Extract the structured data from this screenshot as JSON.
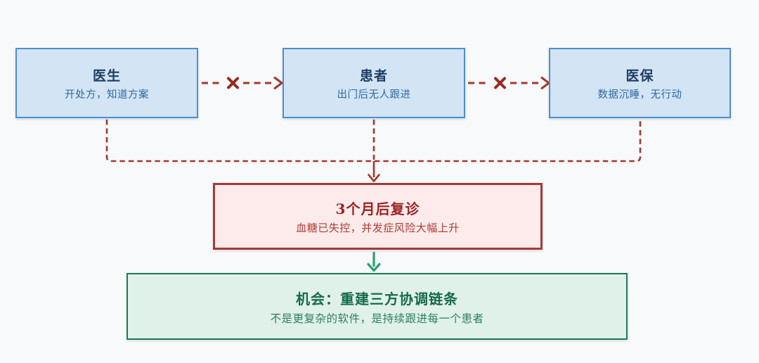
{
  "diagram": {
    "background_color": "#f8f9fb",
    "nodes": [
      {
        "id": "doctor",
        "title": "医生",
        "subtitle": "开处方，知道方案",
        "fill": "#d3e4f5",
        "border": "#4a90d5",
        "title_color": "#1d3d63",
        "subtitle_color": "#30699e"
      },
      {
        "id": "patient",
        "title": "患者",
        "subtitle": "出门后无人跟进",
        "fill": "#d3e4f5",
        "border": "#4a90d5",
        "title_color": "#1d3d63",
        "subtitle_color": "#30699e"
      },
      {
        "id": "insurance",
        "title": "医保",
        "subtitle": "数据沉睡，无行动",
        "fill": "#d3e4f5",
        "border": "#4a90d5",
        "title_color": "#1d3d63",
        "subtitle_color": "#30699e"
      },
      {
        "id": "relapse",
        "title": "3个月后复诊",
        "subtitle": "血糖已失控，并发症风险大幅上升",
        "fill": "#fcebea",
        "border": "#a43a38",
        "title_color": "#9c2121",
        "subtitle_color": "#ae3b35"
      },
      {
        "id": "opportunity",
        "title": "机会：重建三方协调链条",
        "subtitle": "不是更复杂的软件，是持续跟进每一个患者",
        "fill": "#dff1e9",
        "border": "#1d7a55",
        "title_color": "#166a4d",
        "subtitle_color": "#2d7f60"
      }
    ],
    "edges": [
      {
        "from": "doctor",
        "to": "patient",
        "style": "dashed",
        "marker": "x-mark",
        "color": "#a5362b"
      },
      {
        "from": "patient",
        "to": "insurance",
        "style": "dashed",
        "marker": "x-mark",
        "color": "#a5362b"
      },
      {
        "from": "doctor",
        "to": "relapse",
        "style": "dashed",
        "marker": "none",
        "color": "#a5362b"
      },
      {
        "from": "patient",
        "to": "relapse",
        "style": "dashed-then-solid",
        "marker": "arrow",
        "color": "#a5362b"
      },
      {
        "from": "insurance",
        "to": "relapse",
        "style": "dashed",
        "marker": "none",
        "color": "#a5362b"
      },
      {
        "from": "relapse",
        "to": "opportunity",
        "style": "solid",
        "marker": "arrow",
        "color": "#2aa06b"
      }
    ],
    "x_mark_color": "#992a1f",
    "red_line_color": "#a5362b",
    "green_line_color": "#2aa06b"
  }
}
